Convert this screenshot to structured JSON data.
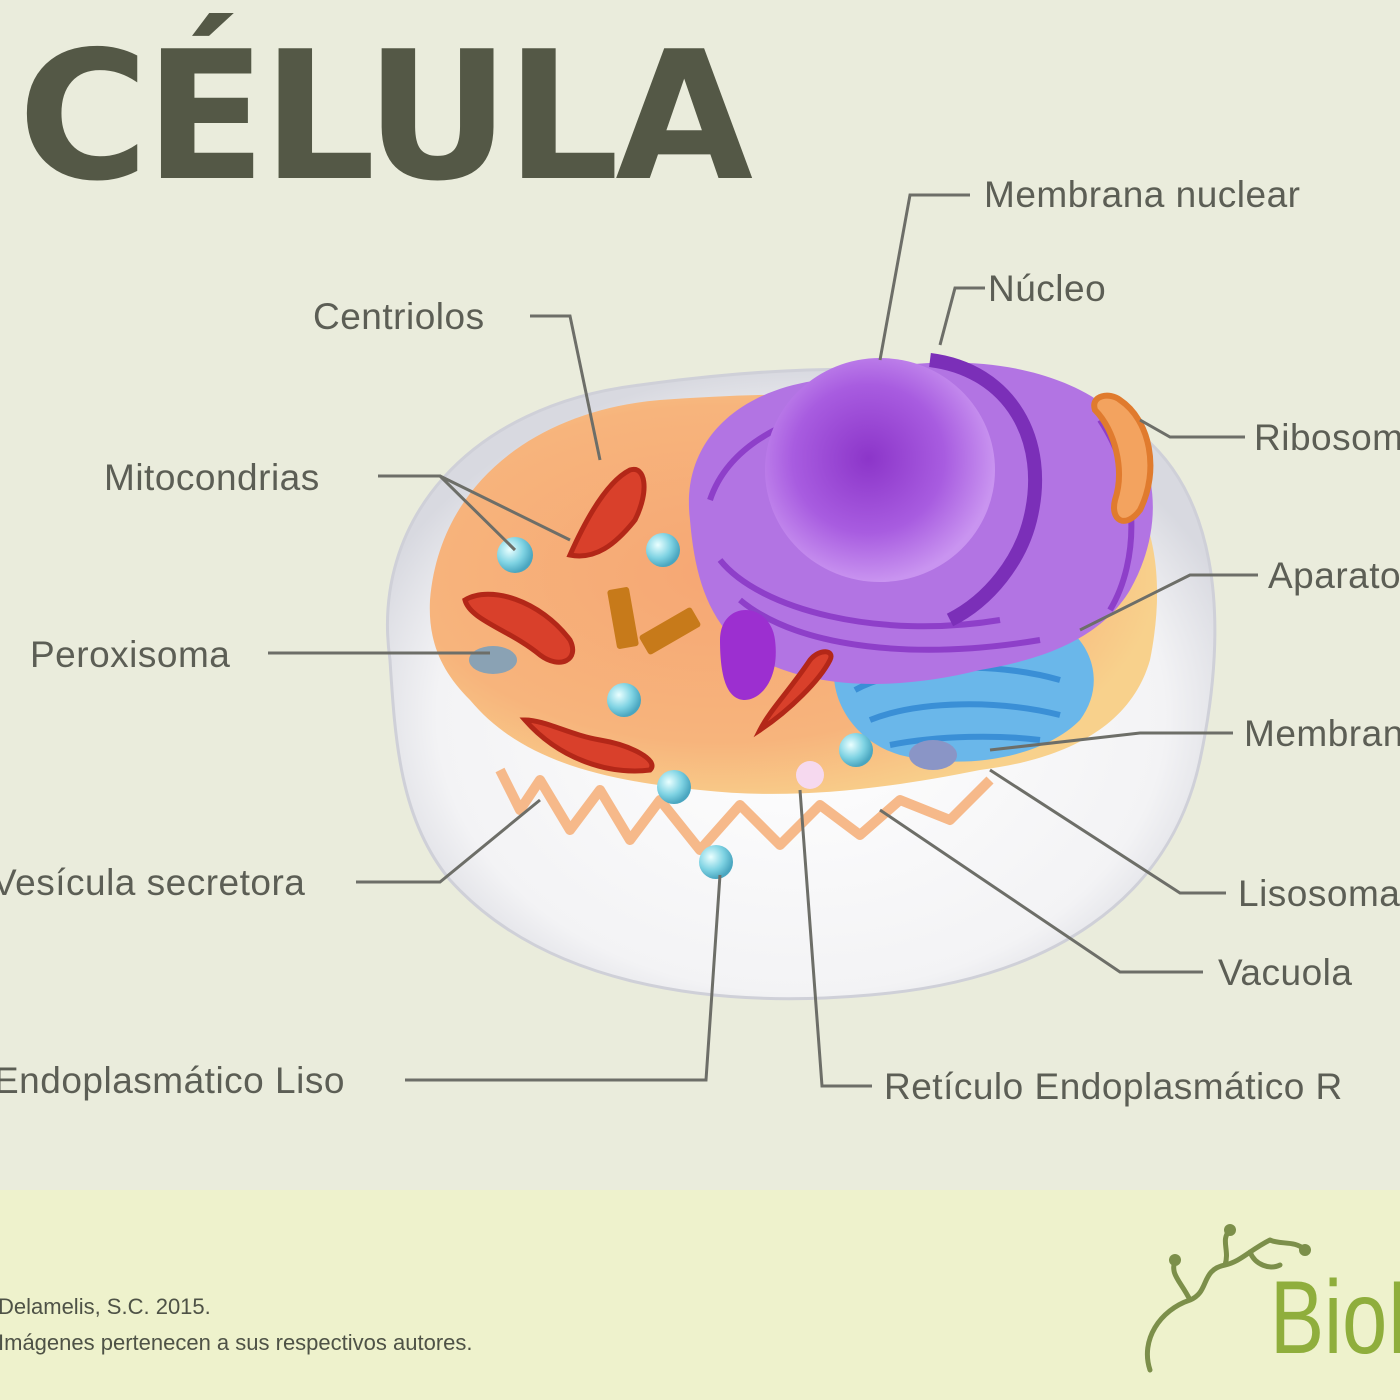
{
  "title": "CÉLULA",
  "labels": {
    "membrana_nuclear": "Membrana nuclear",
    "nucleo": "Núcleo",
    "centriolos": "Centriolos",
    "ribosomas": "Ribosomas",
    "mitocondrias": "Mitocondrias",
    "aparato": "Aparato",
    "peroxisoma": "Peroxisoma",
    "membrana": "Membrana",
    "vesicula": "Vesícula secretora",
    "lisosoma": "Lisosoma",
    "vacuola": "Vacuola",
    "re_liso": "Endoplasmático Liso",
    "re_rugoso": "Retículo Endoplasmático R"
  },
  "credits": {
    "line1": "Delamelis, S.C. 2015.",
    "line2": "Imágenes pertenecen a sus respectivos autores."
  },
  "logo": {
    "text": "BioE",
    "icon": "tree-branch-icon",
    "color": "#8fae3c"
  },
  "colors": {
    "background": "#eaecdc",
    "footer": "#eef2cc",
    "nucleus": "#a755d9",
    "cytoplasm": "#f4a26a",
    "mitochondria": "#d9402b",
    "rough_er": "#5aa6e6"
  }
}
